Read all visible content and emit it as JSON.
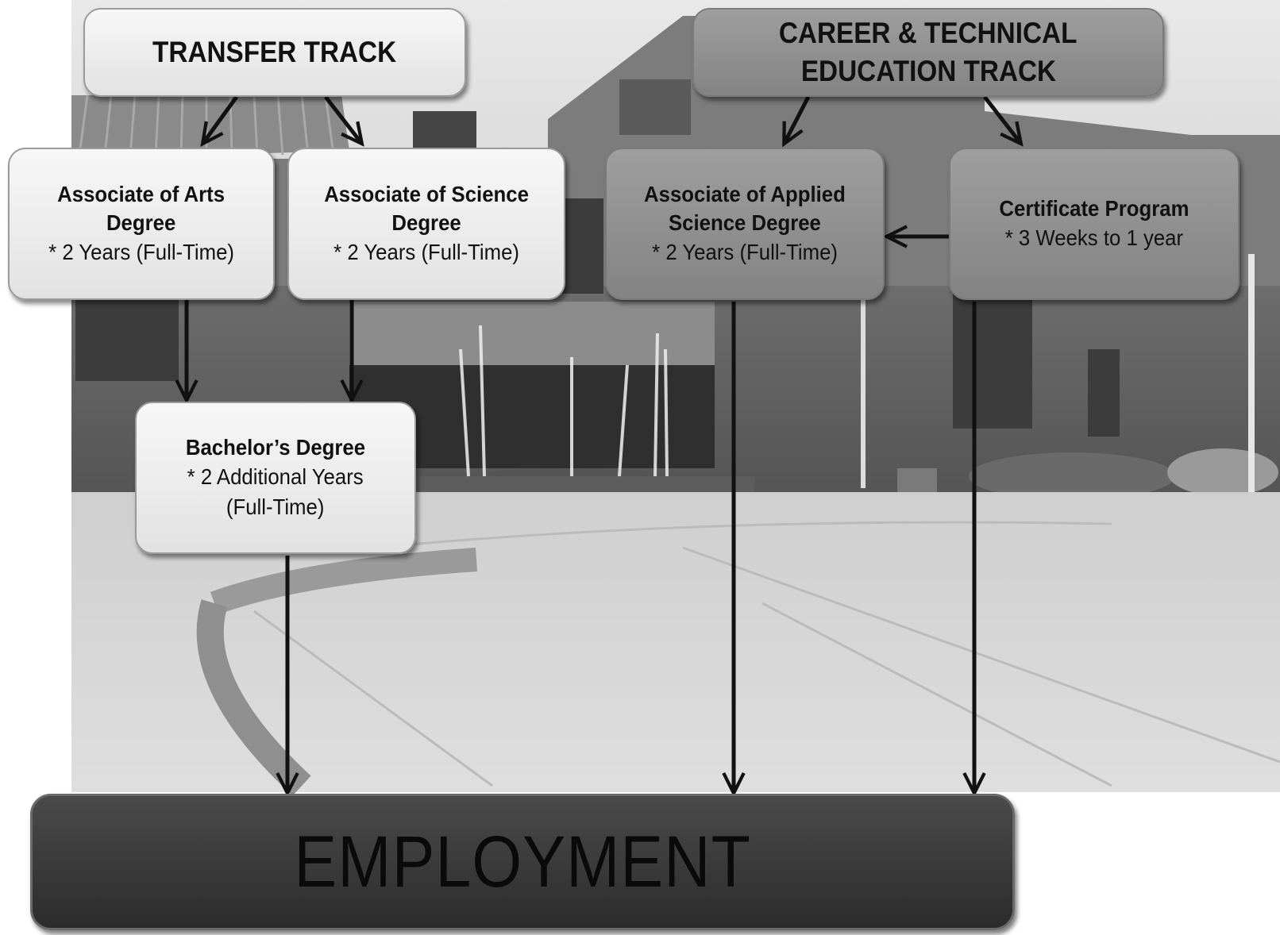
{
  "tracks": {
    "transfer": {
      "title": "TRANSFER TRACK"
    },
    "career": {
      "title_line1": "CAREER & TECHNICAL",
      "title_line2": "EDUCATION TRACK"
    }
  },
  "degrees": {
    "associate_arts": {
      "name": "Associate of Arts\nDegree",
      "duration": "* 2 Years (Full-Time)"
    },
    "associate_science": {
      "name": "Associate of Science\nDegree",
      "duration": "* 2 Years (Full-Time)"
    },
    "associate_applied": {
      "name": "Associate of Applied\nScience Degree",
      "duration": "* 2 Years (Full-Time)"
    },
    "certificate": {
      "name": "Certificate Program",
      "duration": "* 3 Weeks to 1 year"
    },
    "bachelor": {
      "name": "Bachelor’s Degree",
      "duration": "* 2 Additional Years\n(Full-Time)"
    }
  },
  "outcome": {
    "label": "EMPLOYMENT"
  },
  "colors": {
    "light_box": "#ececec",
    "dark_box": "#8f8f8f",
    "employment_box": "#333333",
    "arrow": "#111111"
  }
}
